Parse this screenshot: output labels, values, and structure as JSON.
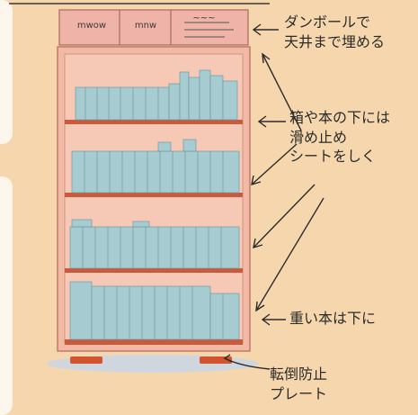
{
  "annotations": {
    "top_boxes": "ダンボールで\n天井まで埋める",
    "anti_slip": "箱や本の下には\n滑め止め\nシートをしく",
    "heavy_books": "重い本は下に",
    "anti_tip": "転倒防止\nプレート"
  },
  "box_labels": [
    "mwow",
    "mnw",
    "~~~"
  ],
  "colors": {
    "background": "#f6d7ad",
    "shelf_body": "#f2b9a4",
    "shelf_frame": "#c9785f",
    "shelf_plank": "#c95a3c",
    "books": "#a6cbd0",
    "floor_plate": "#d2542f",
    "shadow": "#cfd6de"
  }
}
